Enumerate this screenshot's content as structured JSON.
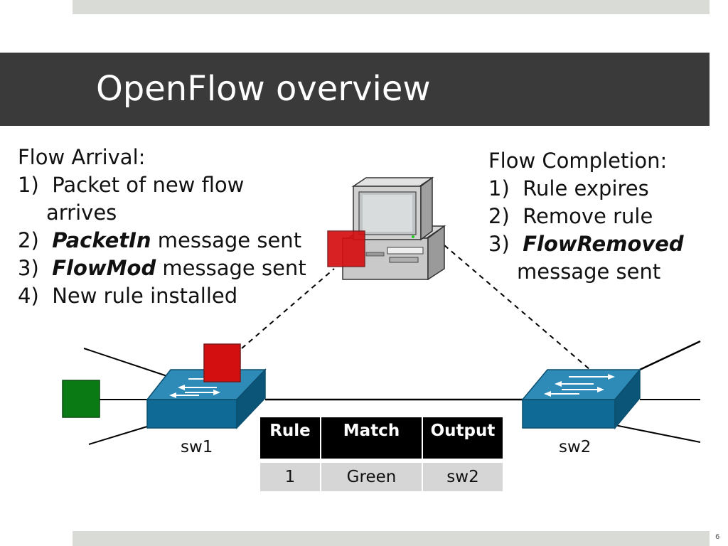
{
  "slide": {
    "title": "OpenFlow overview",
    "page_number": "6"
  },
  "flow_arrival": {
    "heading": "Flow Arrival:",
    "items": [
      {
        "num": "1)",
        "text": "Packet of new flow",
        "cont": "arrives"
      },
      {
        "num": "2)",
        "em": "PacketIn",
        "text": " message sent"
      },
      {
        "num": "3)",
        "em": "FlowMod",
        "text": " message sent"
      },
      {
        "num": "4)",
        "text": "New rule installed"
      }
    ]
  },
  "flow_completion": {
    "heading": "Flow Completion:",
    "items": [
      {
        "num": "1)",
        "text": "Rule expires"
      },
      {
        "num": "2)",
        "text": "Remove rule"
      },
      {
        "num": "3)",
        "em": "FlowRemoved",
        "cont": "message sent"
      }
    ]
  },
  "switches": {
    "sw1_label": "sw1",
    "sw2_label": "sw2"
  },
  "flow_table": {
    "headers": [
      "Rule",
      "Match",
      "Output"
    ],
    "rows": [
      [
        "1",
        "Green",
        "sw2"
      ]
    ]
  },
  "icons": {
    "controller": "computer-icon",
    "switch": "network-switch-icon",
    "packet": "packet-square"
  },
  "colors": {
    "title_bar": "#3a3a3a",
    "switch_body": "#0f6b96",
    "packet_red": "#d40f10",
    "packet_green": "#0a7a14"
  }
}
